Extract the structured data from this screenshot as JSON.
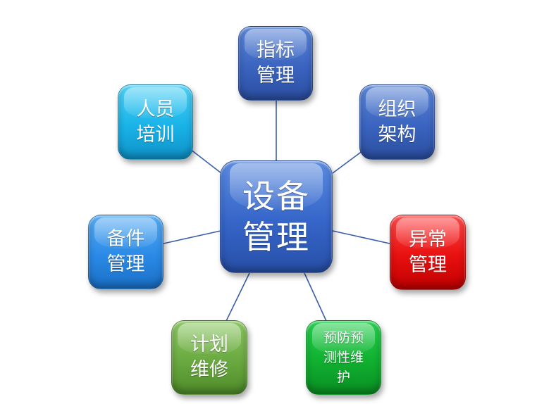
{
  "diagram": {
    "center": {
      "lines": [
        "设备",
        "管理"
      ],
      "color": "#3565c8"
    },
    "nodes": [
      {
        "id": "indicator",
        "lines": [
          "指标",
          "管理"
        ],
        "color": "#3a64c0"
      },
      {
        "id": "org",
        "lines": [
          "组织",
          "架构"
        ],
        "color": "#3a64c0"
      },
      {
        "id": "staff",
        "lines": [
          "人员",
          "培训"
        ],
        "color": "#19b3e8"
      },
      {
        "id": "spare",
        "lines": [
          "备件",
          "管理"
        ],
        "color": "#2a8ae6"
      },
      {
        "id": "abnormal",
        "lines": [
          "异常",
          "管理"
        ],
        "color": "#e81010"
      },
      {
        "id": "plan",
        "lines": [
          "计划",
          "维修"
        ],
        "color": "#6aa840"
      },
      {
        "id": "predict",
        "lines": [
          "预防预",
          "测性维",
          "护"
        ],
        "color": "#10b030"
      }
    ],
    "connector_color": "#3a5fa8"
  }
}
